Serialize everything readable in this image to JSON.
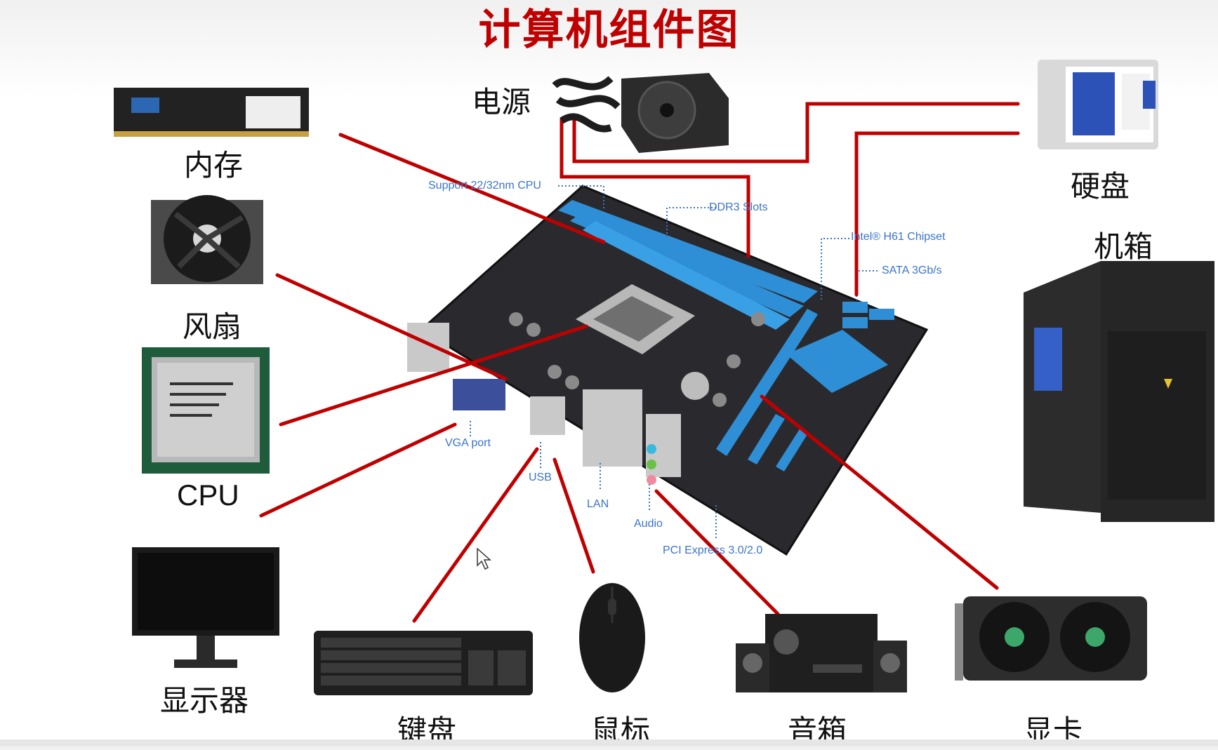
{
  "title": "计算机组件图",
  "components": {
    "ram": "内存",
    "fan": "风扇",
    "cpu": "CPU",
    "monitor": "显示器",
    "keyboard": "键盘",
    "mouse": "鼠标",
    "speaker": "音箱",
    "gpu": "显卡",
    "case": "机箱",
    "hdd": "硬盘",
    "psu": "电源"
  },
  "motherboard_labels": {
    "cpu_support": "Support 22/32nm CPU",
    "ddr3": "DDR3 Slots",
    "chipset": "Intel® H61 Chipset",
    "sata": "SATA 3Gb/s",
    "vga": "VGA port",
    "usb": "USB",
    "lan": "LAN",
    "audio": "Audio",
    "pcie": "PCI Express 3.0/2.0"
  },
  "colors": {
    "title": "#c00000",
    "connector_line": "#c00000",
    "board_label": "#3a74c8",
    "slot_blue": "#2f8fd6"
  }
}
